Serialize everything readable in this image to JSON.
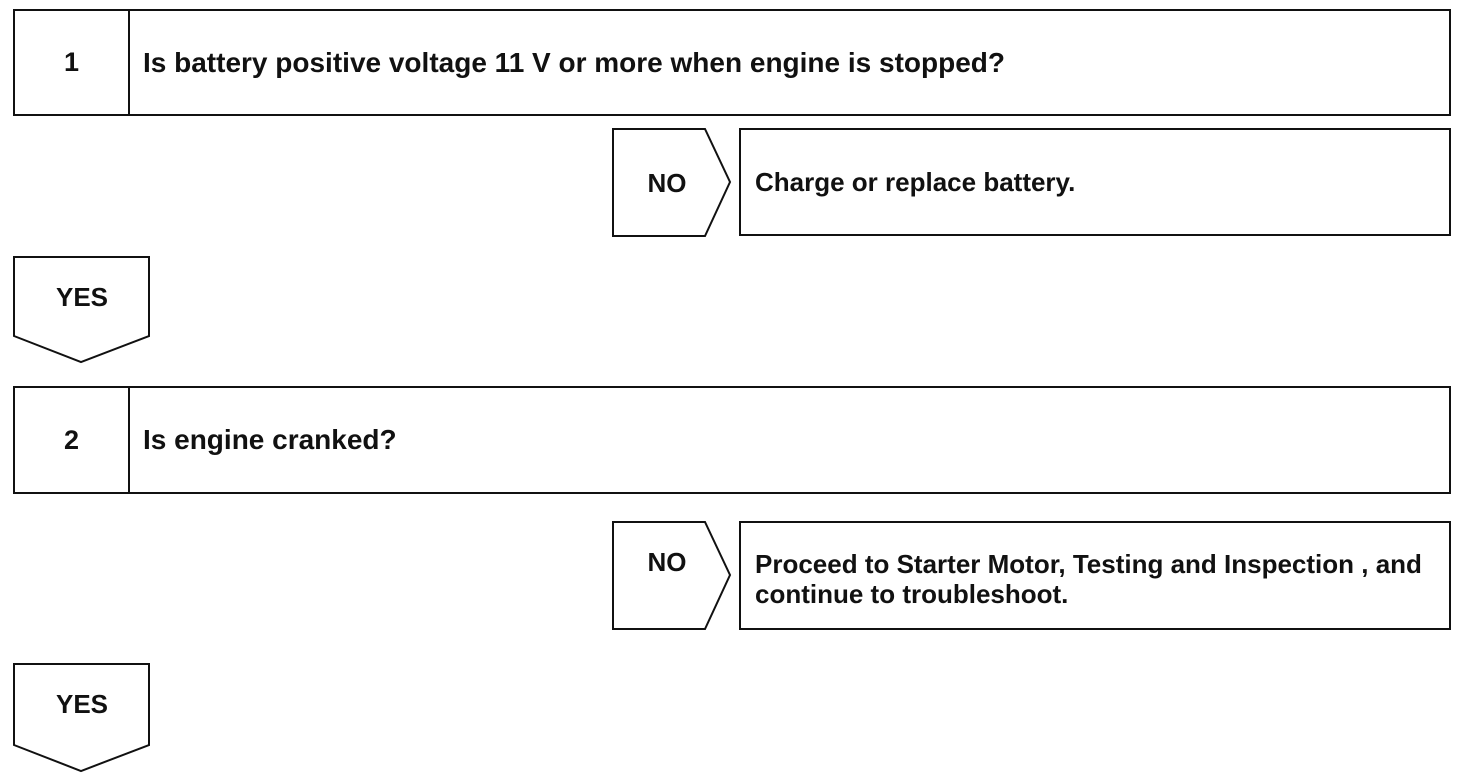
{
  "steps": [
    {
      "number": "1",
      "question": "Is battery positive voltage 11 V or more when engine is stopped?",
      "no_label": "NO",
      "no_action": "Charge or replace battery.",
      "yes_label": "YES"
    },
    {
      "number": "2",
      "question": "Is engine cranked?",
      "no_label": "NO",
      "no_action": "Proceed to Starter Motor, Testing and Inspection , and continue to troubleshoot.",
      "yes_label": "YES"
    }
  ]
}
